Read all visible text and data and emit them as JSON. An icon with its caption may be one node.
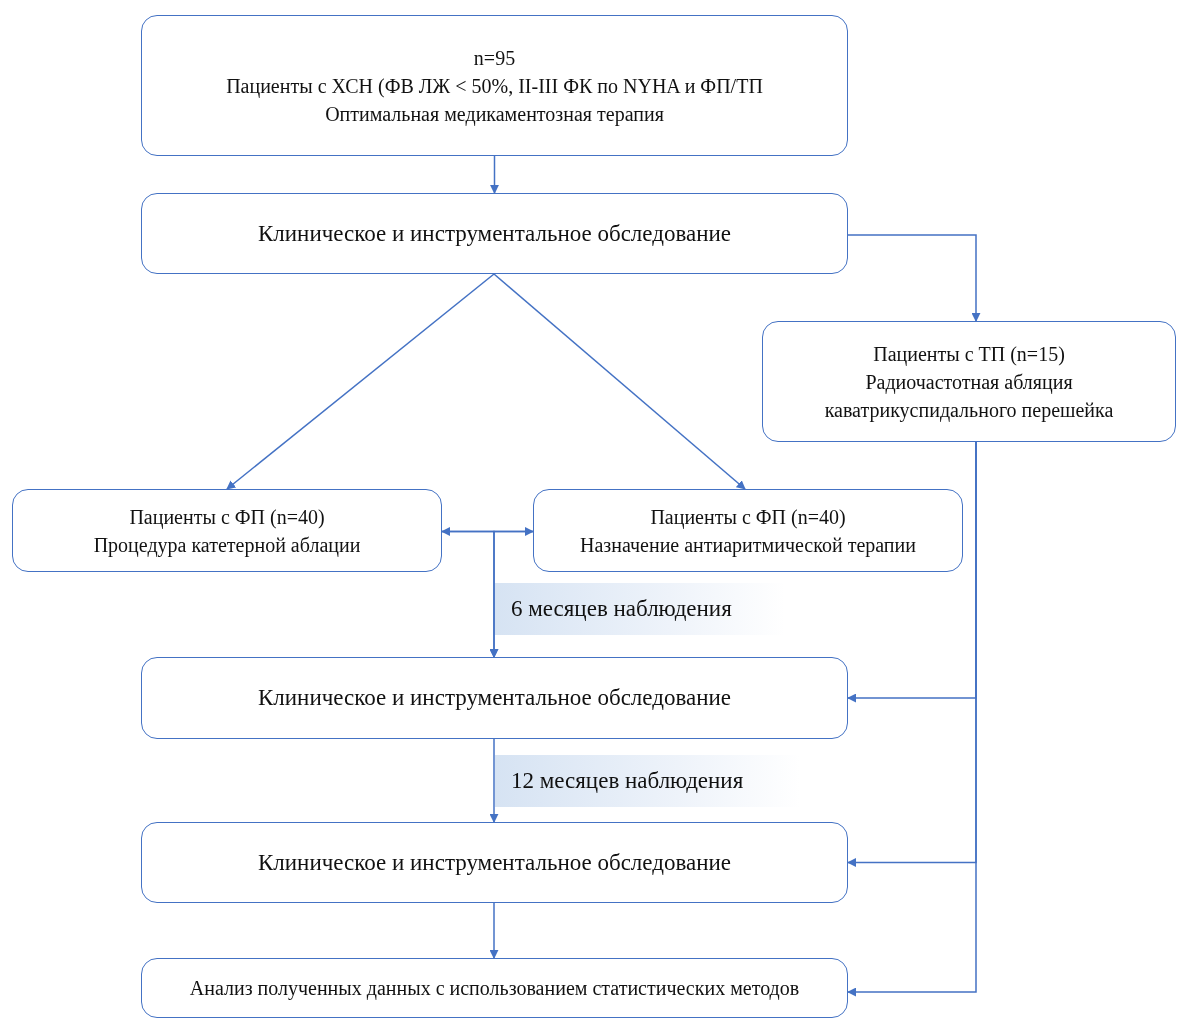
{
  "diagram": {
    "nodes": [
      {
        "text": [
          "n=95",
          "Пациенты с ХСН (ФВ ЛЖ < 50%, II-III ФК по NYHA и ФП/ТП",
          "Оптимальная медикаментозная терапия"
        ]
      },
      {
        "text": [
          "Клиническое и инструментальное обследование"
        ]
      },
      {
        "text": [
          "Пациенты с ТП (n=15)",
          "Радиочастотная абляция каватрикуспидального перешейка"
        ]
      },
      {
        "text": [
          "Пациенты с ФП (n=40)",
          "Процедура катетерной аблации"
        ]
      },
      {
        "text": [
          "Пациенты с ФП (n=40)",
          "Назначение антиаритмической терапии"
        ]
      },
      {
        "text": [
          "Клиническое и инструментальное обследование"
        ]
      },
      {
        "text": [
          "Клиническое и инструментальное обследование"
        ]
      },
      {
        "text": [
          "Анализ полученных данных с использованием статистических методов"
        ]
      }
    ],
    "edges": [
      {
        "from": 0,
        "to": 1,
        "arrow": "to"
      },
      {
        "from": 1,
        "to": 2,
        "arrow": "to"
      },
      {
        "from": 1,
        "to": 3,
        "arrow": "to"
      },
      {
        "from": 1,
        "to": 4,
        "arrow": "to"
      },
      {
        "from": 3,
        "to": 4,
        "arrow": "both"
      },
      {
        "from": 3,
        "to": 5,
        "arrow": "to"
      },
      {
        "from": 4,
        "to": 5,
        "arrow": "to"
      },
      {
        "from": 5,
        "to": 6,
        "arrow": "to"
      },
      {
        "from": 6,
        "to": 7,
        "arrow": "to"
      },
      {
        "from": 2,
        "to": 5,
        "arrow": "to"
      },
      {
        "from": 2,
        "to": 6,
        "arrow": "to"
      },
      {
        "from": 2,
        "to": 7,
        "arrow": "to"
      }
    ],
    "labels": [
      "6 месяцев наблюдения",
      "12 месяцев наблюдения"
    ]
  }
}
